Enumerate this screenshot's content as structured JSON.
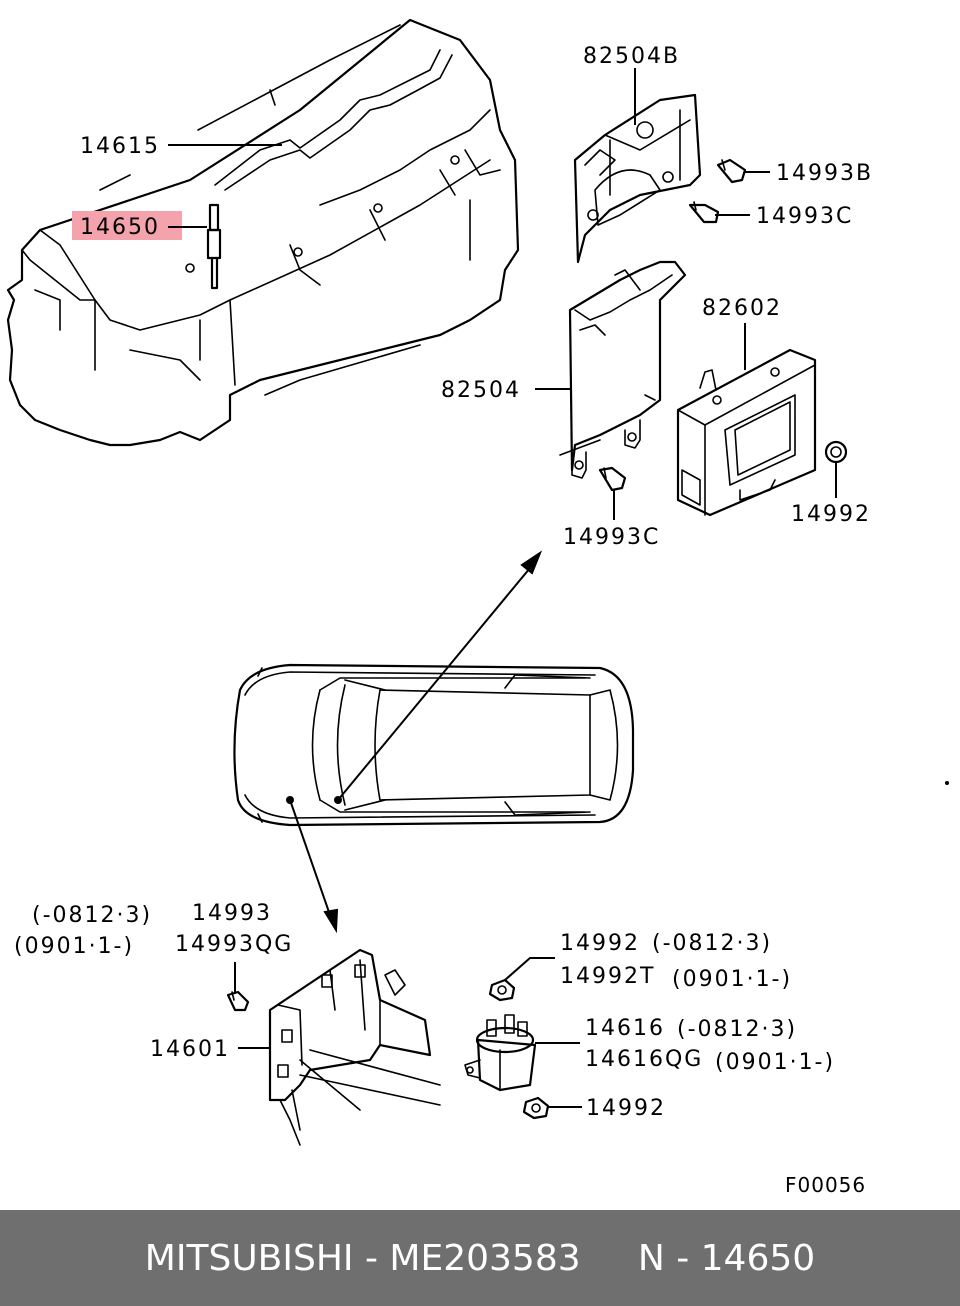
{
  "labels": {
    "p14615": "14615",
    "p14650": "14650",
    "p82504B": "82504B",
    "p14993B": "14993B",
    "p14993C_top": "14993C",
    "p82602": "82602",
    "p82504": "82504",
    "p14992_right": "14992",
    "p14993C_mid": "14993C",
    "p14993_range": "(-0812·3)",
    "p14993": "14993",
    "p14993QG_range": "(0901·1-)",
    "p14993QG": "14993QG",
    "p14992_a": "14992",
    "p14992_a_range": "(-0812·3)",
    "p14992T": "14992T",
    "p14992T_range": "(0901·1-)",
    "p14616": "14616",
    "p14616_range": "(-0812·3)",
    "p14616QG": "14616QG",
    "p14616QG_range": "(0901·1-)",
    "p14601": "14601",
    "p14992_bottom": "14992",
    "figure_code": "F00056"
  },
  "highlight": {
    "part": "14650",
    "color": "#f4a3ad"
  },
  "footer": {
    "text": "MITSUBISHI - ME203583     N - 14650",
    "background": "#6f6f6f",
    "color": "#ffffff"
  }
}
